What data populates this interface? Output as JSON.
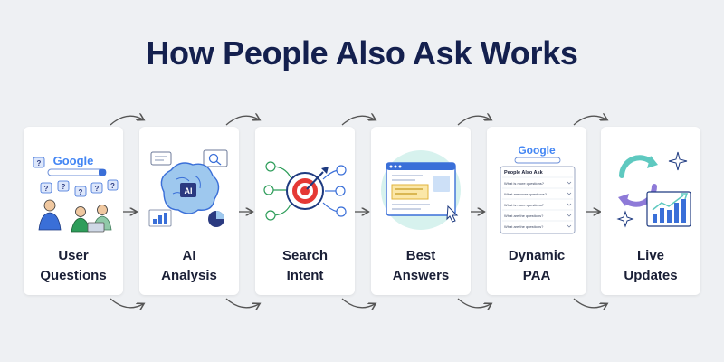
{
  "title": "How People Also Ask Works",
  "steps": [
    {
      "line1": "User",
      "line2": "Questions",
      "icon": "user-questions-icon"
    },
    {
      "line1": "AI",
      "line2": "Analysis",
      "icon": "ai-brain-icon"
    },
    {
      "line1": "Search",
      "line2": "Intent",
      "icon": "target-icon"
    },
    {
      "line1": "Best",
      "line2": "Answers",
      "icon": "browser-answer-icon"
    },
    {
      "line1": "Dynamic",
      "line2": "PAA",
      "icon": "paa-box-icon"
    },
    {
      "line1": "Live",
      "line2": "Updates",
      "icon": "refresh-chart-icon"
    }
  ],
  "illustration_text": {
    "google": "Google",
    "ai_chip": "AI",
    "paa_heading": "People Also Ask",
    "paa_items": [
      "What is more questions?",
      "What are more questions?",
      "What is more questions?",
      "What are the questions?",
      "What are the questions?"
    ]
  },
  "colors": {
    "title": "#14204e",
    "background": "#eef0f3",
    "accent_blue": "#3a6fd8",
    "accent_red": "#e53935",
    "accent_teal": "#5ec9c0",
    "accent_purple": "#8e7ad8"
  }
}
